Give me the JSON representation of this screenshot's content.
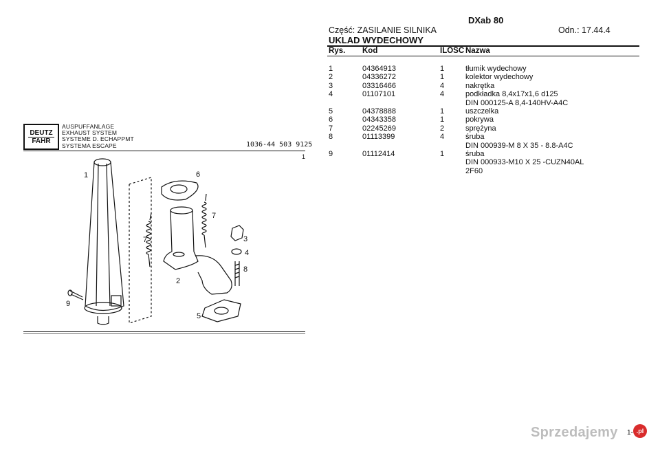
{
  "header": {
    "model": "DXab 80",
    "part_label": "Część: ZASILANIE SILNIKA",
    "ref": "Odn.: 17.44.4",
    "system_title": "UKLAD WYDECHOWY"
  },
  "table": {
    "columns": [
      "Rys.",
      "Kod",
      "ILOŚĆ",
      "Nazwa"
    ],
    "rows": [
      {
        "rys": "1",
        "kod": "04364913",
        "ilosc": "1",
        "nazwa": "tłumik wydechowy",
        "cont": []
      },
      {
        "rys": "2",
        "kod": "04336272",
        "ilosc": "1",
        "nazwa": "kolektor wydechowy",
        "cont": []
      },
      {
        "rys": "3",
        "kod": "03316466",
        "ilosc": "4",
        "nazwa": "nakrętka",
        "cont": []
      },
      {
        "rys": "4",
        "kod": "01107101",
        "ilosc": "4",
        "nazwa": "podkładka 8,4x17x1,6 d125",
        "cont": [
          "DIN 000125-A 8,4-140HV-A4C"
        ]
      },
      {
        "rys": "5",
        "kod": "04378888",
        "ilosc": "1",
        "nazwa": "uszczelka",
        "cont": []
      },
      {
        "rys": "6",
        "kod": "04343358",
        "ilosc": "1",
        "nazwa": "pokrywa",
        "cont": []
      },
      {
        "rys": "7",
        "kod": "02245269",
        "ilosc": "2",
        "nazwa": "sprężyna",
        "cont": []
      },
      {
        "rys": "8",
        "kod": "01113399",
        "ilosc": "4",
        "nazwa": "śruba",
        "cont": [
          "DIN 000939-M 8 X 35 - 8.8-A4C"
        ]
      },
      {
        "rys": "9",
        "kod": "01112414",
        "ilosc": "1",
        "nazwa": "śruba",
        "cont": [
          "DIN 000933-M10 X 25 -CUZN40AL",
          "2F60"
        ]
      }
    ]
  },
  "catalog": {
    "logo_top": "DEUTZ",
    "logo_bottom": "FAHR",
    "system_names": [
      "AUSPUFFANLAGE",
      "EXHAUST SYSTEM",
      "SYSTEME D. ECHAPPMT",
      "SYSTEMA ESCAPE"
    ],
    "catalog_ref": "1036-44  503 9125",
    "sheet": "1"
  },
  "drawing": {
    "callouts": [
      "1",
      "2",
      "3",
      "4",
      "5",
      "6",
      "7",
      "7",
      "8",
      "9"
    ]
  },
  "footer": {
    "page": "1-",
    "watermark": "Sprzedajemy",
    "watermark_badge": ".pl"
  }
}
